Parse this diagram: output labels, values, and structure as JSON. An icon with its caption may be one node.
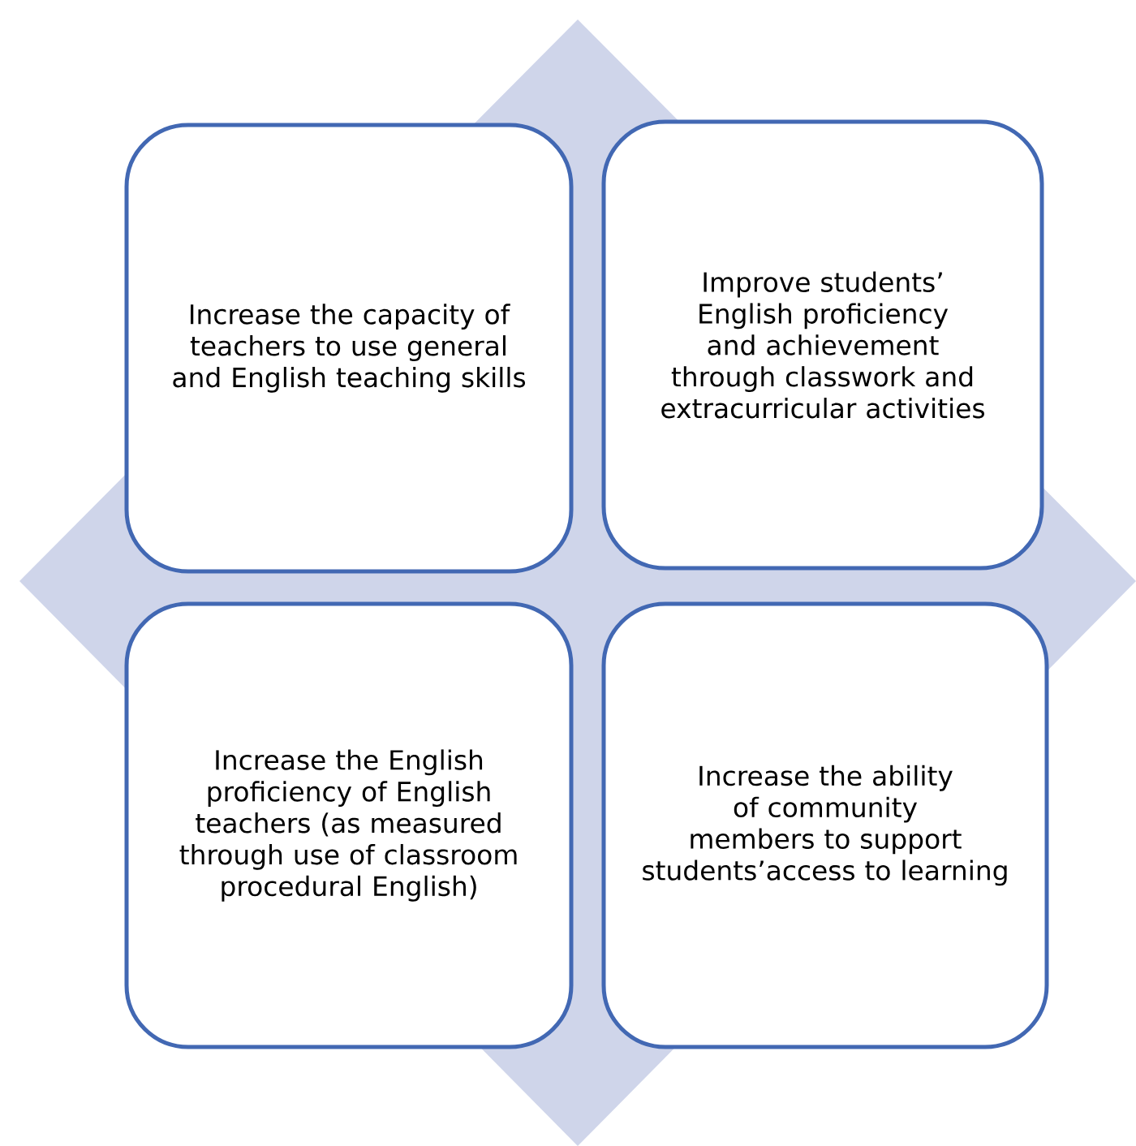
{
  "diagram": {
    "nodes": [
      {
        "text": [
          "Increase the capacity of teachers to use general and English teaching skills"
        ]
      },
      {
        "text": [
          "Improve students’ English proficiency and achievement through classwork and extracurricular activities"
        ]
      },
      {
        "text": [
          "Increase the English proficiency of English teachers (as measured through use of classroom procedural English)"
        ]
      },
      {
        "text": [
          "Increase the ability of community members to support students’access to learning"
        ]
      }
    ]
  }
}
